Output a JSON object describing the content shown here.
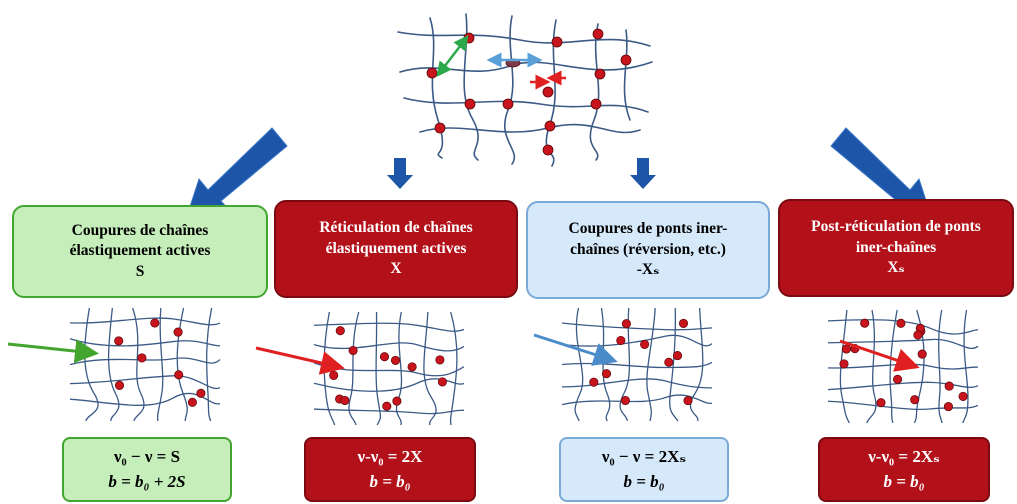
{
  "colors": {
    "green": "#43a52f",
    "red": "#b3111a",
    "blue": "#4a8cc9",
    "chain": "#3b5a85",
    "node": "#c8141c",
    "big_arrow": "#1d55a8"
  },
  "categories": [
    {
      "lines": [
        "Coupures de chaînes",
        "élastiquement actives",
        "S"
      ],
      "formula": [
        "ν₀ − ν  = S",
        "b = b₀ + 2S"
      ]
    },
    {
      "lines": [
        "Réticulation  de chaînes",
        "élastiquement actives",
        "X"
      ],
      "formula": [
        "ν-ν₀ = 2X",
        "b = b₀"
      ]
    },
    {
      "lines": [
        "Coupures de ponts iner-",
        "chaînes  (réversion, etc.)",
        "-Xₛ"
      ],
      "formula": [
        "ν₀ − ν  = 2Xₛ",
        "b = b₀"
      ]
    },
    {
      "lines": [
        "Post-réticulation de ponts",
        "iner-chaînes",
        "Xₛ"
      ],
      "formula": [
        "ν-ν₀ = 2Xₛ",
        "b = b₀"
      ]
    }
  ]
}
